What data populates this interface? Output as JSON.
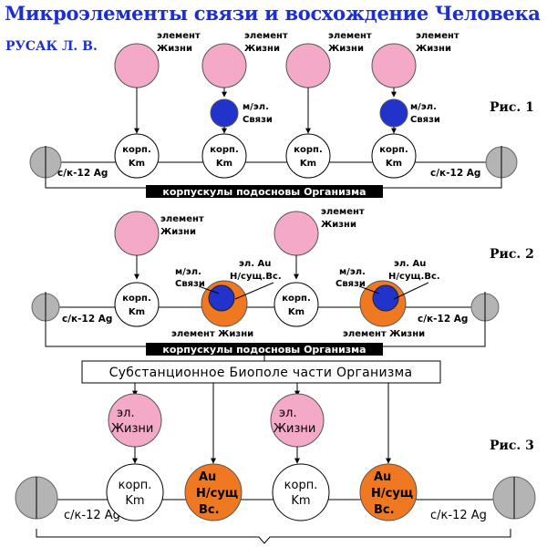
{
  "header": {
    "title": "Микроэлементы связи и восхождение Человека",
    "author": "РУСАК Л. В."
  },
  "figures": {
    "fig1": "Рис. 1",
    "fig2": "Рис. 2",
    "fig3": "Рис. 3"
  },
  "labels": {
    "element_line1": "элемент",
    "element_line2": "Жизни",
    "me_line1": "м/эл.",
    "me_line2": "Связи",
    "corp_line1": "корп.",
    "corp_line2": "Km",
    "sk": "с/к-12 Ag",
    "bar": "корпускулы подосновы Организма",
    "au_line1": "эл. Au",
    "au_line2": "Н/сущ.Вс.",
    "element_full": "элемент Жизни",
    "biofield": "Субстанционное Биополе части Организма",
    "el_line1": "эл.",
    "el_line2": "Жизни",
    "au3_line1": "Au",
    "au3_line2": "Н/сущ",
    "au3_line3": "Вс."
  },
  "colors": {
    "title": "#1c2fd0",
    "pink": "#f4a9c8",
    "blue": "#2233cc",
    "orange": "#f07820",
    "gray": "#b4b4b4",
    "bar": "#000000"
  }
}
